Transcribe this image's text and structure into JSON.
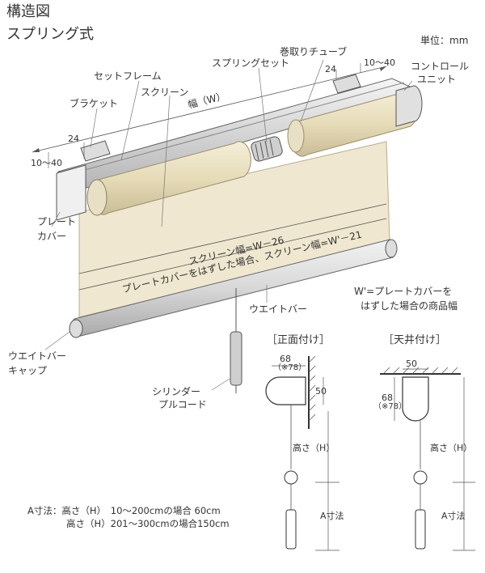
{
  "header": {
    "title": "構造図",
    "subtitle": "スプリング式",
    "unit": "単位：mm"
  },
  "labels": {
    "set_frame": "セットフレーム",
    "bracket": "ブラケット",
    "screen": "スクリーン",
    "spring_set": "スプリングセット",
    "roll_tube": "巻取りチューブ",
    "control_unit_1": "コントロール",
    "control_unit_2": "ユニット",
    "plate_cover_1": "プレート",
    "plate_cover_2": "カバー",
    "weight_bar": "ウエイトバー",
    "weight_bar_cap_1": "ウエイトバー",
    "weight_bar_cap_2": "キャップ",
    "cylinder_1": "シリンダー",
    "cylinder_2": "プルコード",
    "note_1": "W'=プレートカバーを",
    "note_2": "はずした場合の商品幅"
  },
  "dims": {
    "width": "幅（W）",
    "left_24": "24",
    "left_range": "10～40",
    "right_24": "24",
    "right_range": "10～40",
    "screen_width": "スクリーン幅=W－26",
    "screen_width_2": "プレートカバーをはずした場合、スクリーン幅=W'－21"
  },
  "front": {
    "title": "［正面付け］",
    "d68": "68",
    "d78": "（※78）",
    "d50": "50",
    "height": "高さ（H）",
    "a": "A寸法"
  },
  "ceiling": {
    "title": "［天井付け］",
    "d50": "50",
    "d68": "68",
    "d78": "（※78）",
    "height": "高さ（H）",
    "a": "A寸法"
  },
  "footer": {
    "line1": "A寸法：高さ（H）　10～200cmの場合 60cm",
    "line2": "高さ（H）201～300cmの場合150cm"
  }
}
